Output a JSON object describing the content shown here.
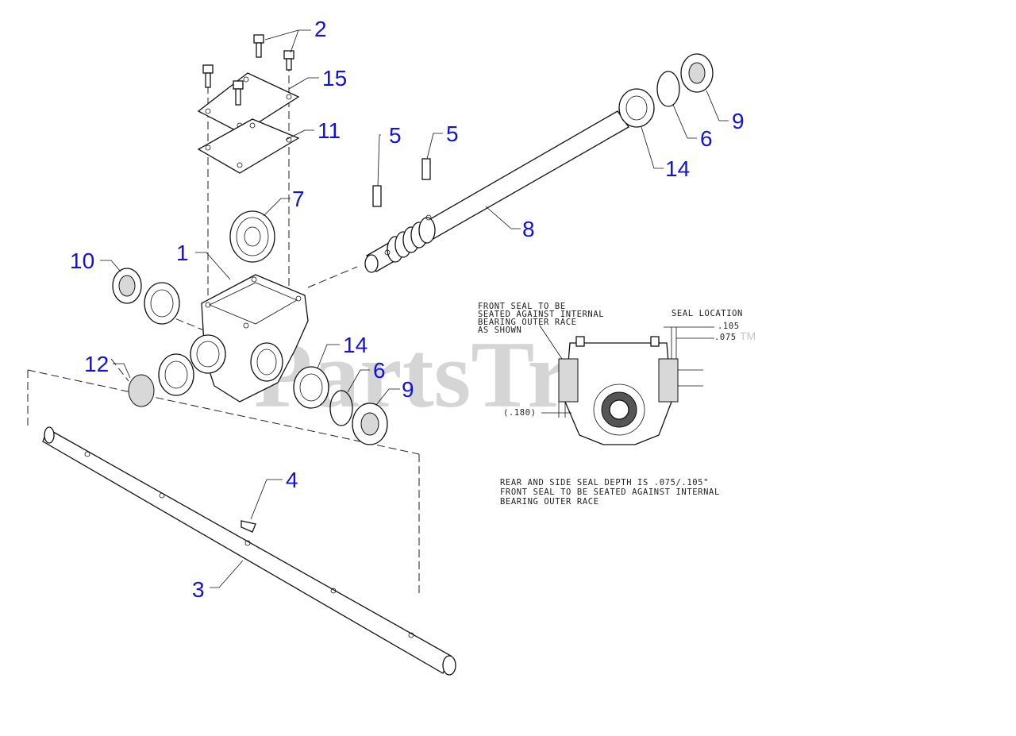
{
  "diagram": {
    "callouts": {
      "c1": "1",
      "c2": "2",
      "c3": "3",
      "c4": "4",
      "c5a": "5",
      "c5b": "5",
      "c6a": "6",
      "c6b": "6",
      "c7": "7",
      "c8": "8",
      "c9a": "9",
      "c9b": "9",
      "c10": "10",
      "c11": "11",
      "c12": "12",
      "c14a": "14",
      "c14b": "14",
      "c15": "15"
    },
    "detail_notes": {
      "front_seal_line1": "FRONT SEAL TO BE",
      "front_seal_line2": "SEATED AGAINST INTERNAL",
      "front_seal_line3": "BEARING OUTER RACE",
      "front_seal_line4": "AS SHOWN",
      "seal_location": "SEAL LOCATION",
      "dim_105": ".105",
      "dim_075": ".075",
      "dim_180": "(.180)"
    },
    "footnote": {
      "line1": "REAR AND SIDE SEAL DEPTH IS .075/.105\"",
      "line2": "FRONT SEAL TO BE SEATED AGAINST INTERNAL",
      "line3": "BEARING OUTER RACE"
    },
    "watermark": {
      "text": "PartsTree",
      "tm": "TM"
    }
  },
  "colors": {
    "callout": "#1010e0",
    "line": "#111111",
    "watermark": "#c8c8c8"
  }
}
